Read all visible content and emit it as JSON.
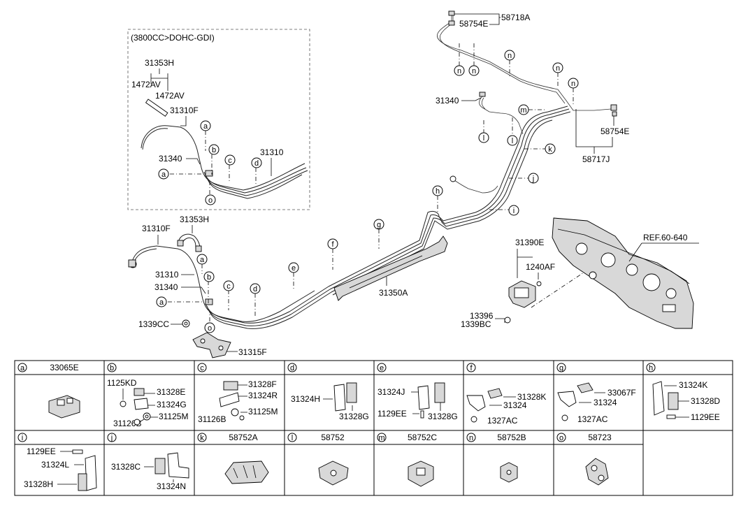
{
  "inset": {
    "title": "(3800CC>DOHC-GDI)",
    "labels": [
      "31353H",
      "1472AV",
      "1472AV",
      "31310F",
      "31340",
      "31310"
    ],
    "letters": [
      "a",
      "b",
      "a",
      "c",
      "d",
      "o"
    ]
  },
  "main": {
    "labels": {
      "p31353H": "31353H",
      "p31310F": "31310F",
      "p31310": "31310",
      "p31340": "31340",
      "p1339CC": "1339CC",
      "p31315F": "31315F",
      "p31350A": "31350A",
      "p31340b": "31340",
      "p58718A": "58718A",
      "p58754E_top": "58754E",
      "p58754E": "58754E",
      "p58717J": "58717J",
      "p31390E": "31390E",
      "p1240AF": "1240AF",
      "p13396": "13396",
      "p1339BC": "1339BC",
      "ref": "REF.60-640"
    },
    "letters": {
      "a1": "a",
      "a2": "a",
      "b": "b",
      "c": "c",
      "d": "d",
      "o": "o",
      "e": "e",
      "f": "f",
      "g": "g",
      "h": "h",
      "i": "i",
      "j": "j",
      "k": "k",
      "l1": "l",
      "l2": "l",
      "m": "m",
      "n1": "n",
      "n2": "n",
      "n3": "n",
      "n4": "n",
      "n5": "n"
    }
  },
  "table": {
    "row1": [
      {
        "letter": "a",
        "title": "33065E",
        "parts": []
      },
      {
        "letter": "b",
        "title": "",
        "parts": [
          "1125KD",
          "31328E",
          "31324G",
          "31125M",
          "31126B"
        ]
      },
      {
        "letter": "c",
        "title": "",
        "parts": [
          "31328F",
          "31324R",
          "31126B",
          "31125M"
        ]
      },
      {
        "letter": "d",
        "title": "",
        "parts": [
          "31324H",
          "31328G"
        ]
      },
      {
        "letter": "e",
        "title": "",
        "parts": [
          "31324J",
          "1129EE",
          "31328G"
        ]
      },
      {
        "letter": "f",
        "title": "",
        "parts": [
          "31328K",
          "31324",
          "1327AC"
        ]
      },
      {
        "letter": "g",
        "title": "",
        "parts": [
          "33067F",
          "31324",
          "1327AC"
        ]
      },
      {
        "letter": "h",
        "title": "",
        "parts": [
          "31324K",
          "31328D",
          "1129EE"
        ]
      }
    ],
    "row2": [
      {
        "letter": "i",
        "title": "",
        "parts": [
          "1129EE",
          "31324L",
          "31328H"
        ]
      },
      {
        "letter": "j",
        "title": "",
        "parts": [
          "31328C",
          "31324N"
        ]
      },
      {
        "letter": "k",
        "title": "58752A",
        "parts": []
      },
      {
        "letter": "l",
        "title": "58752",
        "parts": []
      },
      {
        "letter": "m",
        "title": "58752C",
        "parts": []
      },
      {
        "letter": "n",
        "title": "58752B",
        "parts": []
      },
      {
        "letter": "o",
        "title": "58723",
        "parts": []
      }
    ]
  }
}
